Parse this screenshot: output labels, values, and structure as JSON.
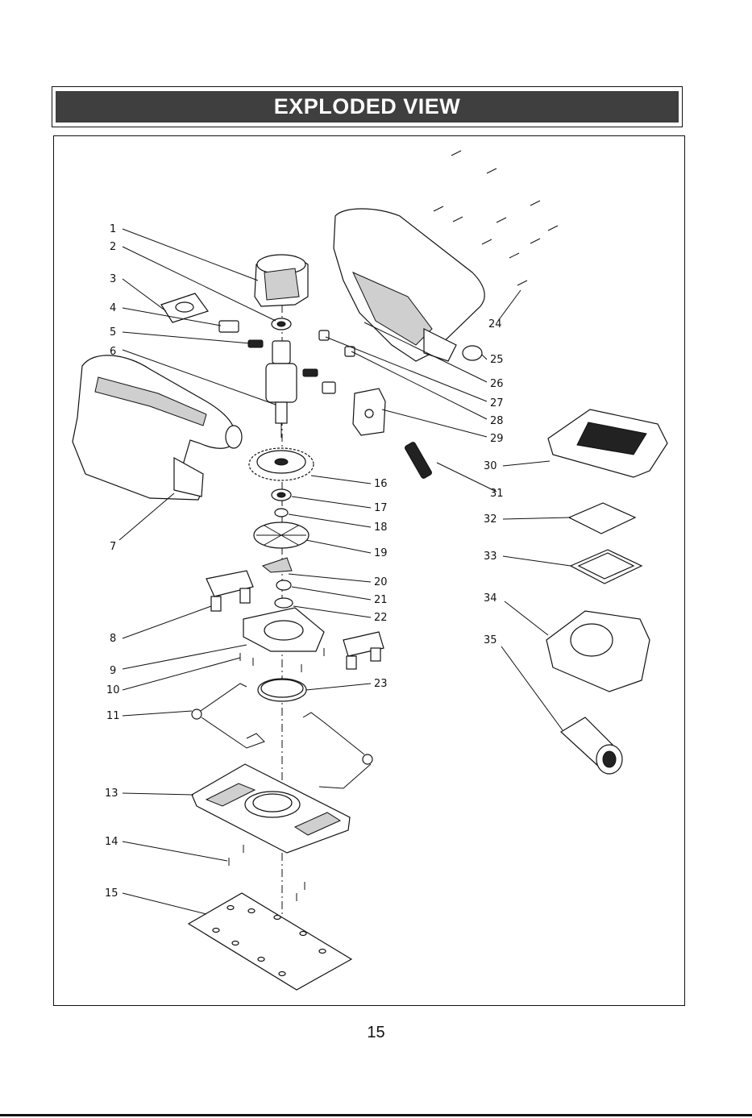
{
  "header": {
    "title": "EXPLODED VIEW"
  },
  "footer": {
    "page_number": "15"
  },
  "diagram": {
    "callouts": [
      "1",
      "2",
      "3",
      "4",
      "5",
      "6",
      "7",
      "8",
      "9",
      "10",
      "11",
      "13",
      "14",
      "15",
      "16",
      "17",
      "18",
      "19",
      "20",
      "21",
      "22",
      "23",
      "24",
      "25",
      "26",
      "27",
      "28",
      "29",
      "30",
      "31",
      "32",
      "33",
      "34",
      "35"
    ]
  }
}
